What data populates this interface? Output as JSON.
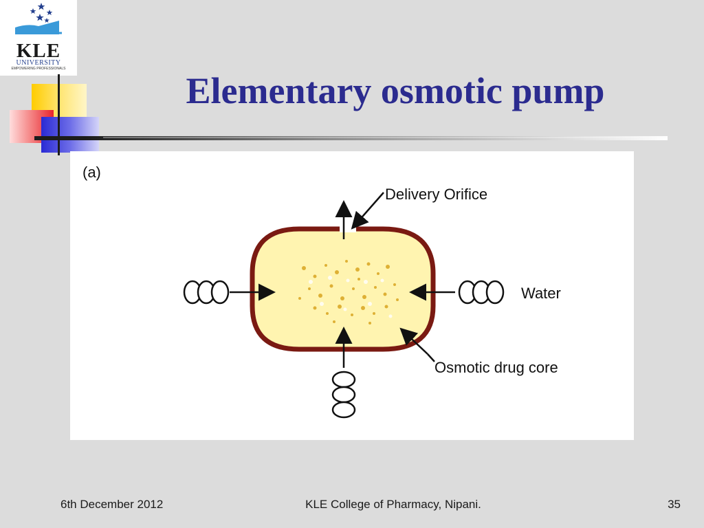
{
  "logo": {
    "name": "KLE",
    "line2": "UNIVERSITY",
    "tagline": "EMPOWERING PROFESSIONALS",
    "colors": {
      "hand_blue": "#3a9ad9",
      "star_blue": "#233f8e"
    }
  },
  "slide": {
    "title": "Elementary osmotic pump",
    "title_color": "#2b2b8f"
  },
  "figure": {
    "panel_label": "(a)",
    "labels": {
      "orifice": "Delivery Orifice",
      "water": "Water",
      "core": "Osmotic drug core"
    },
    "water_symbol": "OOO",
    "colors": {
      "membrane": "#7a1a12",
      "core_fill": "#fff4b0",
      "particles": "#d9a520"
    }
  },
  "footer": {
    "date": "6th December 2012",
    "institution": "KLE College of Pharmacy, Nipani.",
    "page_number": "35"
  }
}
